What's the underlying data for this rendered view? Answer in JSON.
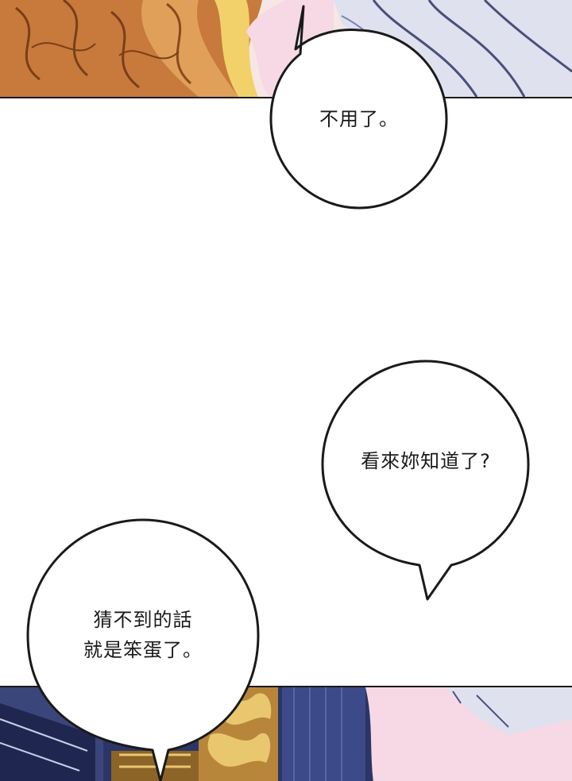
{
  "bubbles": {
    "first": {
      "text": "不用了。"
    },
    "second": {
      "text": "看來妳知道了?"
    },
    "third": {
      "line1": "猜不到的話",
      "line2": "就是笨蛋了。"
    }
  },
  "colors": {
    "hair": "#c77a3c",
    "hair_highlight": "#f2d16b",
    "cloth": "#dfe1ef",
    "skin": "#f6d9e4",
    "night": "#2b3566",
    "gold": "#b8863b",
    "ink": "#1a1a1a"
  }
}
